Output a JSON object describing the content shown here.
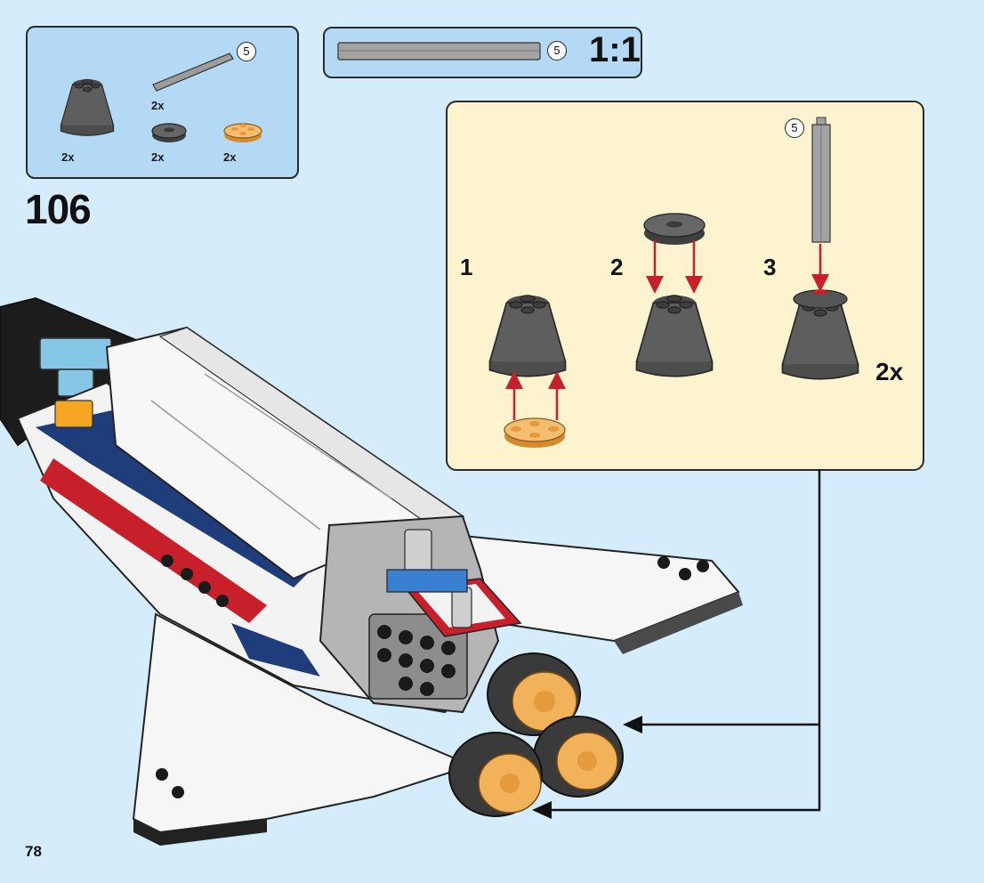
{
  "parts_list": {
    "items": [
      {
        "name": "cone",
        "qty": "2x"
      },
      {
        "name": "axle",
        "qty": "2x",
        "length": "5"
      },
      {
        "name": "round-plate",
        "qty": "2x"
      },
      {
        "name": "trans-orange-round-plate",
        "qty": "2x"
      }
    ]
  },
  "scale_ref": {
    "length": "5",
    "scale": "1:1"
  },
  "step": {
    "number": "106"
  },
  "sub_assembly": {
    "steps": [
      "1",
      "2",
      "3"
    ],
    "axle_length": "5",
    "quantity": "2x"
  },
  "page": {
    "number": "78"
  },
  "colors": {
    "background": "#d4ecfb",
    "parts_box": "#b3d9f5",
    "sub_box": "#fdf4cf",
    "arrow_red": "#c8202a",
    "dark_gray": "#595959",
    "trans_orange": "#f2b25a"
  }
}
